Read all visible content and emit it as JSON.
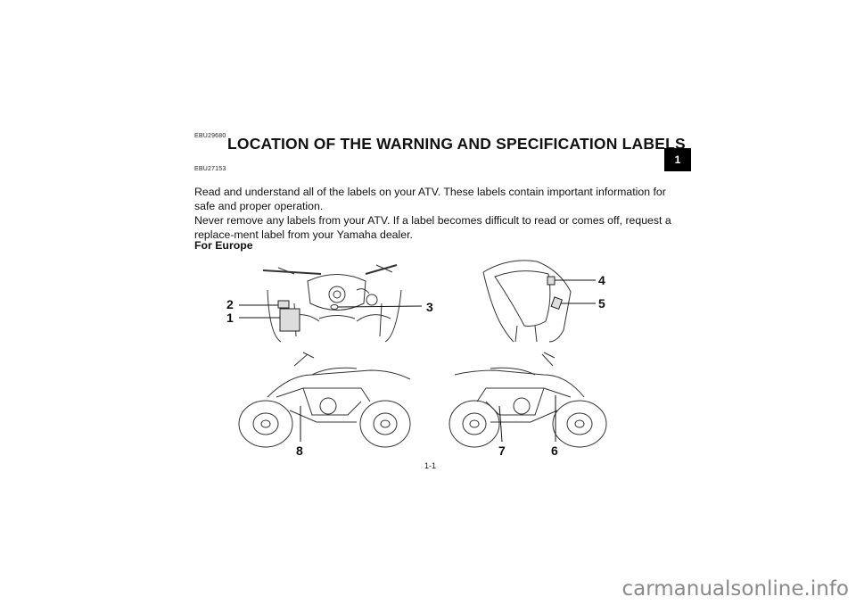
{
  "doc": {
    "code_top": "EBU29680",
    "title": "LOCATION OF THE WARNING AND SPECIFICATION LABELS",
    "code_sub": "EBU27153",
    "paragraph_1": "Read and understand all of the labels on your ATV. These labels contain important information for safe and proper operation.",
    "paragraph_2": "Never remove any labels from your ATV. If a label becomes difficult to read or comes off, request a replace-ment label from your Yamaha dealer.",
    "subheading": "For Europe",
    "chapter_tab": "1",
    "page_number": "1-1"
  },
  "callouts": [
    "1",
    "2",
    "3",
    "4",
    "5",
    "6",
    "7",
    "8"
  ],
  "watermark": "carmanualsonline.info"
}
